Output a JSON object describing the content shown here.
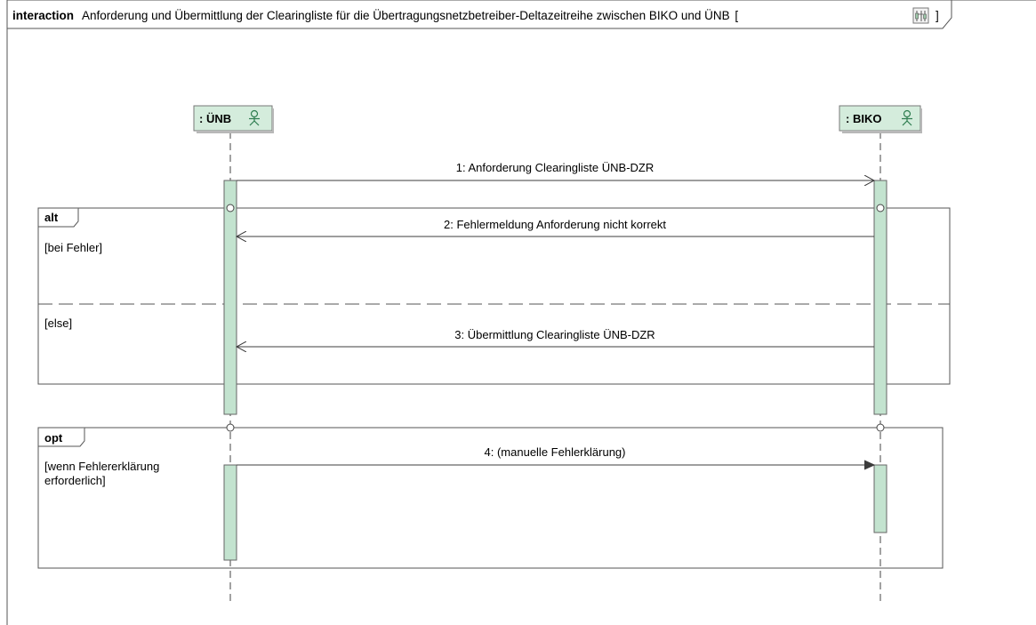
{
  "frame": {
    "keyword": "interaction",
    "title": "Anforderung und Übermittlung der Clearingliste für die Übertragungsnetzbetreiber-Deltazeitreihe zwischen BIKO und ÜNB",
    "bracket_open": "[",
    "bracket_close": "]",
    "icon": "diagram-icon"
  },
  "lifelines": [
    {
      "label": ": ÜNB",
      "icon": "actor-icon"
    },
    {
      "label": ": BIKO",
      "icon": "actor-icon"
    }
  ],
  "messages": [
    {
      "label": "1:  Anforderung Clearingliste ÜNB-DZR",
      "from": ": ÜNB",
      "to": ": BIKO",
      "kind": "async"
    },
    {
      "label": "2: Fehlermeldung Anforderung nicht korrekt",
      "from": ": BIKO",
      "to": ": ÜNB",
      "kind": "async"
    },
    {
      "label": "3: Übermittlung Clearingliste ÜNB-DZR",
      "from": ": BIKO",
      "to": ": ÜNB",
      "kind": "async"
    },
    {
      "label": "4:  (manuelle Fehlerklärung)",
      "from": ": ÜNB",
      "to": ": BIKO",
      "kind": "sync"
    }
  ],
  "fragments": [
    {
      "operator": "alt",
      "guards": [
        "[bei Fehler]",
        "[else]"
      ]
    },
    {
      "operator": "opt",
      "guards": [
        "[wenn Fehlererklärung",
        "erforderlich]"
      ]
    }
  ],
  "colors": {
    "lifeline_fill": "#d4ecdc",
    "activation_fill": "#c3e3cf",
    "line": "#3c3c3c",
    "actor": "#2e7d4f"
  }
}
